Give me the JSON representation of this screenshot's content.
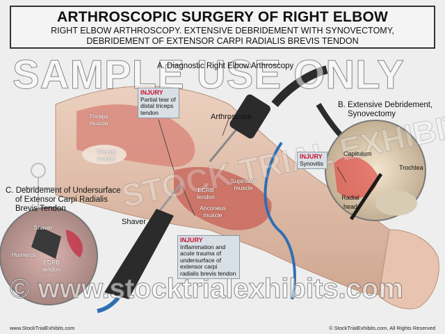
{
  "header": {
    "title": "ARTHROSCOPIC SURGERY OF RIGHT ELBOW",
    "subtitle_line1": "RIGHT ELBOW ARTHROSCOPY. EXTENSIVE DEBRIDEMENT WITH SYNOVECTOMY,",
    "subtitle_line2": "DEBRIDEMENT OF EXTENSOR CARPI RADIALIS BREVIS TENDON"
  },
  "sections": {
    "a": "A. Diagnostic Right Elbow Arthroscopy",
    "b_line1": "B. Extensive Debridement,",
    "b_line2": "Synovectomy",
    "c_line1": "C. Debridement of Undersurface",
    "c_line2": "of Extensor Carpi Radialis",
    "c_line3": "Brevis Tendon"
  },
  "labels": {
    "arthroscope": "Arthroscope",
    "shaver": "Shaver",
    "triceps_muscle": "Triceps muscle",
    "triceps_tendon": "Triceps tendon",
    "supinator_muscle": "Supinator muscle",
    "ecrb_tendon": "ECRB tendon",
    "anconeus_muscle": "Anconeus muscle",
    "capitulum": "Capitulum",
    "trochlea": "Trochlea",
    "radial_head": "Radial head",
    "inset_c_shaver": "Shaver",
    "humerus": "Humerus",
    "inset_c_ecrb": "ECRB tendon"
  },
  "injuries": {
    "injury_word": "INJURY",
    "triceps_text": "Partial tear of distal triceps tendon",
    "synovitis_text": "Synovitis",
    "ecrb_text": "Inflammation and acute trauma of undersurface of extensor carpi radialis brevis tendon"
  },
  "watermarks": {
    "sample": "SAMPLE USE ONLY",
    "stock": "STOCK TRIAL EXHIBITS",
    "url": "© www.stocktrialexhibits.com"
  },
  "footer": {
    "left": "www.StockTrialExhibits.com",
    "right": "© StockTrialExhibits.com, All Rights Reserved"
  },
  "colors": {
    "skin": "#e8c4b0",
    "muscle": "#d98a7e",
    "injury_red": "#c8102e",
    "cable_blue": "#2f6fb3",
    "instrument_dark": "#2b2b2b"
  }
}
